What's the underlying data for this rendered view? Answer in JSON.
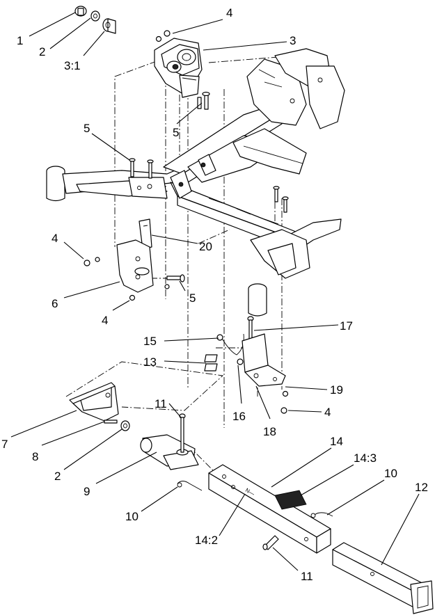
{
  "callouts": [
    {
      "label": "1"
    },
    {
      "label": "2"
    },
    {
      "label": "3:1"
    },
    {
      "label": "4"
    },
    {
      "label": "3"
    },
    {
      "label": "5"
    },
    {
      "label": "5"
    },
    {
      "label": "5"
    },
    {
      "label": "20"
    },
    {
      "label": "4"
    },
    {
      "label": "6"
    },
    {
      "label": "5"
    },
    {
      "label": "4"
    },
    {
      "label": "15"
    },
    {
      "label": "13"
    },
    {
      "label": "17"
    },
    {
      "label": "19"
    },
    {
      "label": "16"
    },
    {
      "label": "18"
    },
    {
      "label": "4"
    },
    {
      "label": "11"
    },
    {
      "label": "7"
    },
    {
      "label": "8"
    },
    {
      "label": "2"
    },
    {
      "label": "9"
    },
    {
      "label": "10"
    },
    {
      "label": "14"
    },
    {
      "label": "14:3"
    },
    {
      "label": "10"
    },
    {
      "label": "12"
    },
    {
      "label": "14:2"
    },
    {
      "label": "11"
    }
  ],
  "product_decal": "N—"
}
